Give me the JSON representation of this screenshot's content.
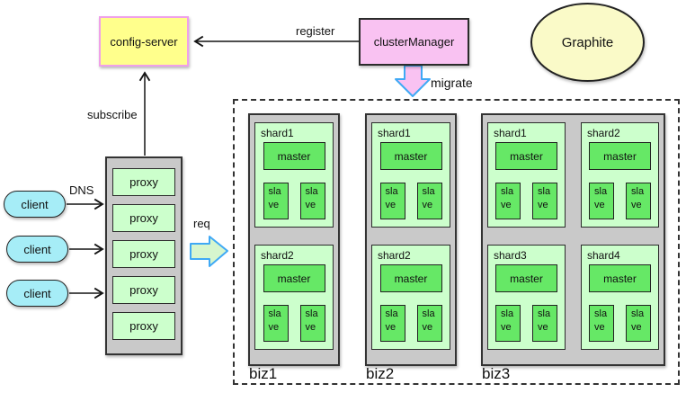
{
  "diagram": {
    "nodes": {
      "config_server": "config-server",
      "cluster_manager": "clusterManager",
      "graphite": "Graphite"
    },
    "edge_labels": {
      "register": "register",
      "subscribe": "subscribe",
      "migrate": "migrate",
      "dns": "DNS",
      "req": "req"
    },
    "clients": [
      "client",
      "client",
      "client"
    ],
    "proxy_stack": [
      "proxy",
      "proxy",
      "proxy",
      "proxy",
      "proxy"
    ],
    "shard_template": {
      "master": "master",
      "slave_lines": [
        "sla",
        "ve"
      ]
    },
    "biz_groups": [
      {
        "label": "biz1",
        "columns": 1,
        "shards": [
          "shard1",
          "shard2"
        ]
      },
      {
        "label": "biz2",
        "columns": 1,
        "shards": [
          "shard1",
          "shard2"
        ]
      },
      {
        "label": "biz3",
        "columns": 2,
        "shards": [
          "shard1",
          "shard2",
          "shard3",
          "shard4"
        ]
      }
    ],
    "colors": {
      "config_fill": "#FFFF8C",
      "config_border": "#EFA0E9",
      "manager_fill": "#F9C2F2",
      "graphite_fill": "#FAFAC8",
      "client_fill": "#A6EDF7",
      "green_light": "#CCFFCC",
      "green_bright": "#66E866",
      "container_gray": "#C9C9C9",
      "arrow_blue": "#3FA9F5",
      "migrate_fill": "#F9C2F2",
      "req_fill": "#D6F6CE"
    }
  }
}
